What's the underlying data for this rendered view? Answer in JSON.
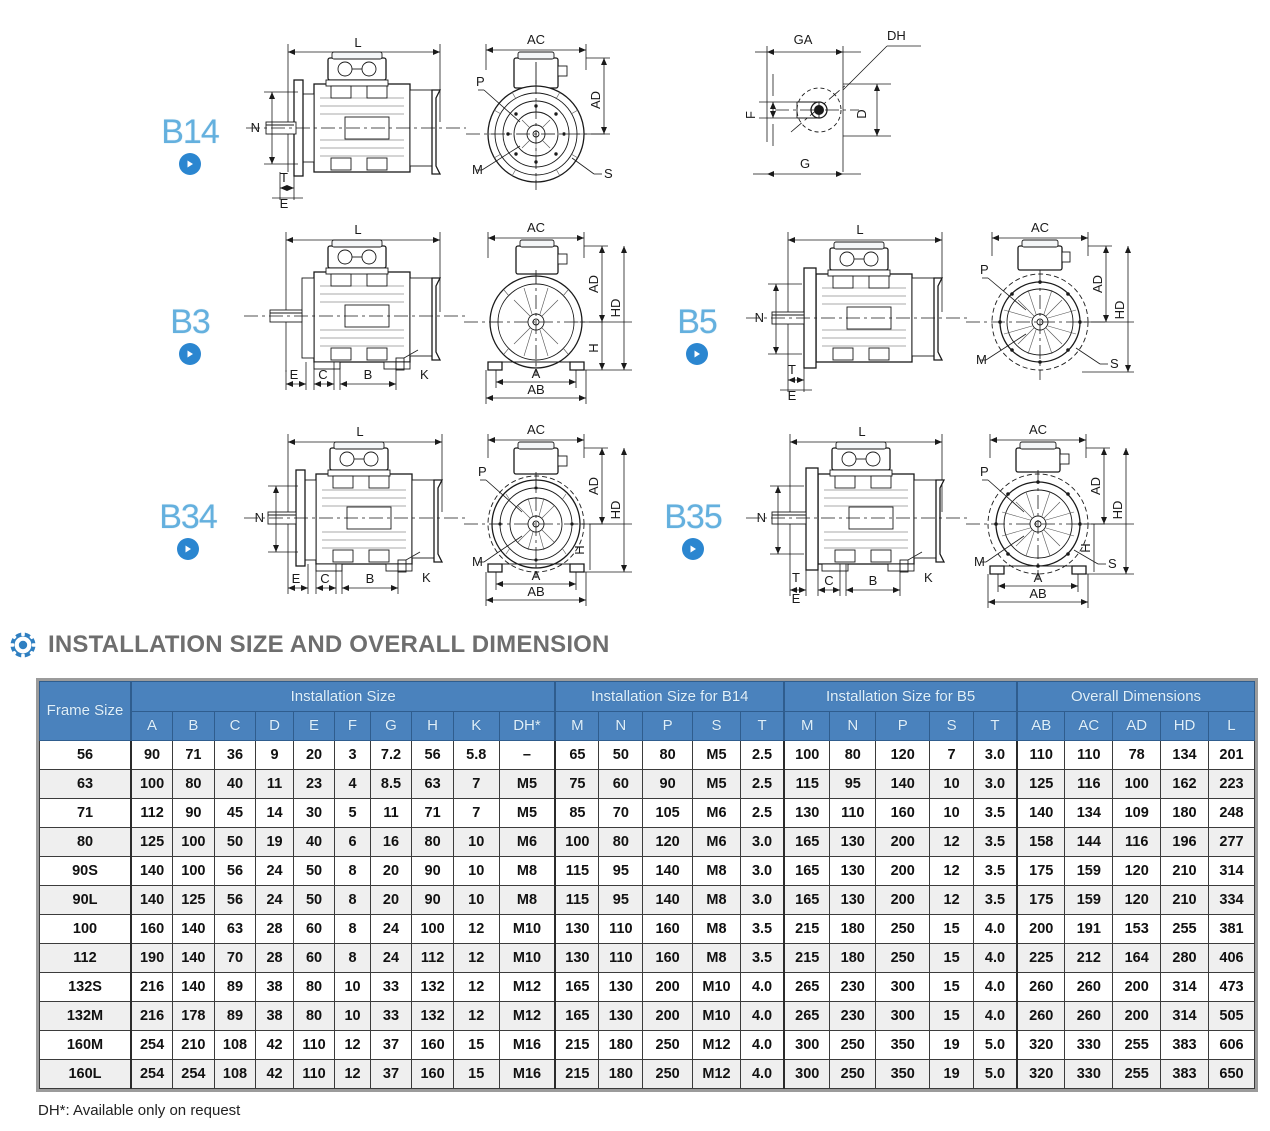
{
  "section": {
    "title": "INSTALLATION SIZE AND OVERALL DIMENSION",
    "icon": "gear-icon"
  },
  "footnote": "DH*: Available only on request",
  "diagrams": [
    {
      "code": "B14",
      "badge_icon": "play-arrow-icon",
      "labels": [
        "L",
        "AC",
        "AD",
        "N",
        "T",
        "E",
        "P",
        "M",
        "S"
      ]
    },
    {
      "code": "B3",
      "badge_icon": "play-arrow-icon",
      "labels": [
        "L",
        "AC",
        "AD",
        "HD",
        "H",
        "E",
        "C",
        "B",
        "K",
        "A",
        "AB"
      ]
    },
    {
      "code": "B5",
      "badge_icon": "play-arrow-icon",
      "labels": [
        "L",
        "AC",
        "AD",
        "HD",
        "N",
        "T",
        "E",
        "P",
        "M",
        "S"
      ]
    },
    {
      "code": "B34",
      "badge_icon": "play-arrow-icon",
      "labels": [
        "L",
        "AC",
        "AD",
        "HD",
        "N",
        "P",
        "M",
        "E",
        "C",
        "B",
        "K",
        "A",
        "AB",
        "H"
      ]
    },
    {
      "code": "B35",
      "badge_icon": "play-arrow-icon",
      "labels": [
        "L",
        "AC",
        "AD",
        "HD",
        "N",
        "T",
        "E",
        "C",
        "B",
        "K",
        "P",
        "M",
        "S",
        "H",
        "A",
        "AB"
      ]
    }
  ],
  "shaft_detail": {
    "labels": [
      "GA",
      "DH",
      "F",
      "D",
      "G"
    ]
  },
  "table": {
    "group_headers": [
      {
        "label": "Frame Size",
        "span": 1,
        "rows": 2
      },
      {
        "label": "Installation Size",
        "span": 10
      },
      {
        "label": "Installation Size for B14",
        "span": 5
      },
      {
        "label": "Installation Size for B5",
        "span": 5
      },
      {
        "label": "Overall Dimensions",
        "span": 5
      }
    ],
    "sub_headers": [
      "A",
      "B",
      "C",
      "D",
      "E",
      "F",
      "G",
      "H",
      "K",
      "DH*",
      "M",
      "N",
      "P",
      "S",
      "T",
      "M",
      "N",
      "P",
      "S",
      "T",
      "AB",
      "AC",
      "AD",
      "HD",
      "L"
    ],
    "rows": [
      {
        "frame": "56",
        "values": [
          "90",
          "71",
          "36",
          "9",
          "20",
          "3",
          "7.2",
          "56",
          "5.8",
          "–",
          "65",
          "50",
          "80",
          "M5",
          "2.5",
          "100",
          "80",
          "120",
          "7",
          "3.0",
          "110",
          "110",
          "78",
          "134",
          "201"
        ]
      },
      {
        "frame": "63",
        "values": [
          "100",
          "80",
          "40",
          "11",
          "23",
          "4",
          "8.5",
          "63",
          "7",
          "M5",
          "75",
          "60",
          "90",
          "M5",
          "2.5",
          "115",
          "95",
          "140",
          "10",
          "3.0",
          "125",
          "116",
          "100",
          "162",
          "223"
        ]
      },
      {
        "frame": "71",
        "values": [
          "112",
          "90",
          "45",
          "14",
          "30",
          "5",
          "11",
          "71",
          "7",
          "M5",
          "85",
          "70",
          "105",
          "M6",
          "2.5",
          "130",
          "110",
          "160",
          "10",
          "3.5",
          "140",
          "134",
          "109",
          "180",
          "248"
        ]
      },
      {
        "frame": "80",
        "values": [
          "125",
          "100",
          "50",
          "19",
          "40",
          "6",
          "16",
          "80",
          "10",
          "M6",
          "100",
          "80",
          "120",
          "M6",
          "3.0",
          "165",
          "130",
          "200",
          "12",
          "3.5",
          "158",
          "144",
          "116",
          "196",
          "277"
        ]
      },
      {
        "frame": "90S",
        "values": [
          "140",
          "100",
          "56",
          "24",
          "50",
          "8",
          "20",
          "90",
          "10",
          "M8",
          "115",
          "95",
          "140",
          "M8",
          "3.0",
          "165",
          "130",
          "200",
          "12",
          "3.5",
          "175",
          "159",
          "120",
          "210",
          "314"
        ]
      },
      {
        "frame": "90L",
        "values": [
          "140",
          "125",
          "56",
          "24",
          "50",
          "8",
          "20",
          "90",
          "10",
          "M8",
          "115",
          "95",
          "140",
          "M8",
          "3.0",
          "165",
          "130",
          "200",
          "12",
          "3.5",
          "175",
          "159",
          "120",
          "210",
          "334"
        ]
      },
      {
        "frame": "100",
        "values": [
          "160",
          "140",
          "63",
          "28",
          "60",
          "8",
          "24",
          "100",
          "12",
          "M10",
          "130",
          "110",
          "160",
          "M8",
          "3.5",
          "215",
          "180",
          "250",
          "15",
          "4.0",
          "200",
          "191",
          "153",
          "255",
          "381"
        ]
      },
      {
        "frame": "112",
        "values": [
          "190",
          "140",
          "70",
          "28",
          "60",
          "8",
          "24",
          "112",
          "12",
          "M10",
          "130",
          "110",
          "160",
          "M8",
          "3.5",
          "215",
          "180",
          "250",
          "15",
          "4.0",
          "225",
          "212",
          "164",
          "280",
          "406"
        ]
      },
      {
        "frame": "132S",
        "values": [
          "216",
          "140",
          "89",
          "38",
          "80",
          "10",
          "33",
          "132",
          "12",
          "M12",
          "165",
          "130",
          "200",
          "M10",
          "4.0",
          "265",
          "230",
          "300",
          "15",
          "4.0",
          "260",
          "260",
          "200",
          "314",
          "473"
        ]
      },
      {
        "frame": "132M",
        "values": [
          "216",
          "178",
          "89",
          "38",
          "80",
          "10",
          "33",
          "132",
          "12",
          "M12",
          "165",
          "130",
          "200",
          "M10",
          "4.0",
          "265",
          "230",
          "300",
          "15",
          "4.0",
          "260",
          "260",
          "200",
          "314",
          "505"
        ]
      },
      {
        "frame": "160M",
        "values": [
          "254",
          "210",
          "108",
          "42",
          "110",
          "12",
          "37",
          "160",
          "15",
          "M16",
          "215",
          "180",
          "250",
          "M12",
          "4.0",
          "300",
          "250",
          "350",
          "19",
          "5.0",
          "320",
          "330",
          "255",
          "383",
          "606"
        ]
      },
      {
        "frame": "160L",
        "values": [
          "254",
          "254",
          "108",
          "42",
          "110",
          "12",
          "37",
          "160",
          "15",
          "M16",
          "215",
          "180",
          "250",
          "M12",
          "4.0",
          "300",
          "250",
          "350",
          "19",
          "5.0",
          "320",
          "330",
          "255",
          "383",
          "650"
        ]
      }
    ]
  },
  "colors": {
    "header_blue": "#4a82bd",
    "label_blue": "#64b0de",
    "badge_blue": "#2b86d0",
    "title_gray": "#6e6e6e",
    "stripe_gray": "#efefef"
  }
}
